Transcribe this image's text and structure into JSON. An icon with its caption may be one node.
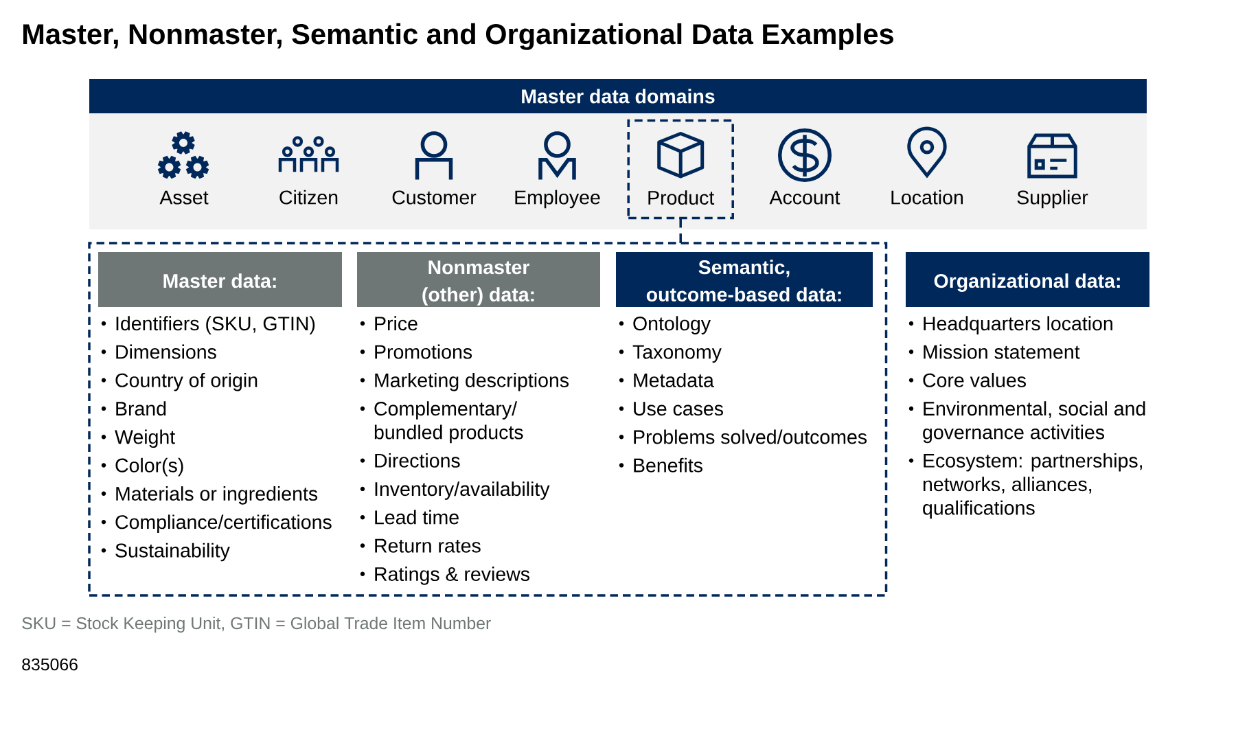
{
  "diagram": {
    "title": "Master, Nonmaster, Semantic and Organizational Data Examples",
    "nodes": [
      {
        "text": [
          "Master data domains"
        ]
      },
      {
        "text": [
          "Asset"
        ],
        "in": 0
      },
      {
        "text": [
          "Citizen"
        ],
        "in": 0
      },
      {
        "text": [
          "Customer"
        ],
        "in": 0
      },
      {
        "text": [
          "Employee"
        ],
        "in": 0
      },
      {
        "text": [
          "Product"
        ],
        "in": 0
      },
      {
        "text": [
          "Account"
        ],
        "in": 0
      },
      {
        "text": [
          "Location"
        ],
        "in": 0
      },
      {
        "text": [
          "Supplier"
        ],
        "in": 0
      },
      {
        "text": [],
        "shape": "box"
      },
      {
        "text": [
          "Master data:"
        ],
        "in": 9,
        "beside": [
          "Identifiers (SKU, GTIN)",
          "Dimensions",
          "Country of origin",
          "Brand",
          "Weight",
          "Color(s)",
          "Materials or ingredients",
          "Compliance/certifications",
          "Sustainability"
        ]
      },
      {
        "text": [
          "Nonmaster (other) data:"
        ],
        "in": 9,
        "beside": [
          "Price",
          "Promotions",
          "Marketing descriptions",
          "Complementary/ bundled products",
          "Directions",
          "Inventory/availability",
          "Lead time",
          "Return rates",
          "Ratings & reviews"
        ]
      },
      {
        "text": [
          "Semantic, outcome-based data:"
        ],
        "in": 9,
        "beside": [
          "Ontology",
          "Taxonomy",
          "Metadata",
          "Use cases",
          "Problems solved/outcomes",
          "Benefits"
        ]
      },
      {
        "text": [
          "Organizational data:"
        ],
        "beside": [
          "Headquarters location",
          "Mission statement",
          "Core values",
          "Environmental, social and governance activities",
          "Ecosystem: partnerships, networks, alliances, qualifications"
        ]
      }
    ],
    "edges": [
      {
        "from": 5,
        "to": 9,
        "arrow": "none",
        "style": "dashed"
      }
    ],
    "labels": [
      "SKU = Stock Keeping Unit, GTIN = Global Trade Item Number",
      "835066"
    ]
  }
}
